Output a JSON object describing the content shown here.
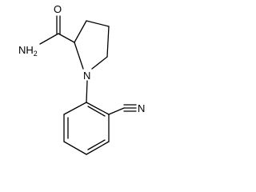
{
  "molecule": {
    "atoms": {
      "O": "O",
      "NH2": "NH",
      "NH2_sub": "2",
      "N_ring": "N",
      "N_nitrile": "N"
    }
  },
  "colors": {
    "bond": "#000000",
    "label": "#000000",
    "background": "#ffffff"
  }
}
